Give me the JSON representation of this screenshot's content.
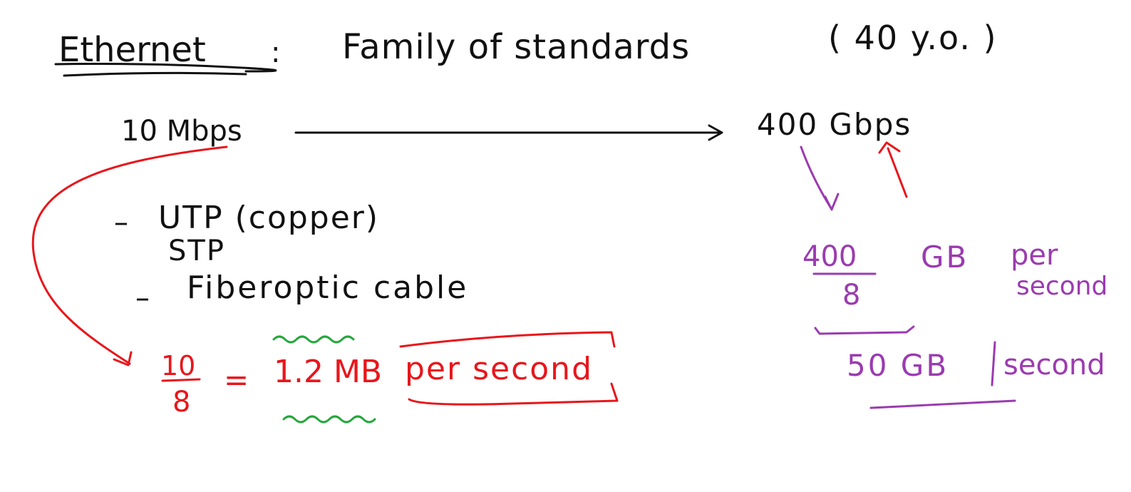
{
  "ink": {
    "black": "#111111",
    "red": "#e8161b",
    "purple": "#9b3bb0",
    "green": "#22a83a"
  },
  "heading": {
    "title": "Ethernet",
    "colon": ":",
    "subtitle": "Family of standards",
    "age": "( 40 y.o. )"
  },
  "speed": {
    "low": "10 Mbps",
    "high": "400 Gbps"
  },
  "media": {
    "item1_dash": "–",
    "item1": "UTP (copper)",
    "item1b": "STP",
    "item2_dash": "–",
    "item2": "Fiberoptic cable"
  },
  "calc_low": {
    "numerator": "10",
    "denominator": "8",
    "equals": "=",
    "result": "1.2 MB",
    "unit": "per second"
  },
  "calc_high": {
    "numerator": "400",
    "denominator": "8",
    "unit_top": "GB",
    "per": "per",
    "second": "second",
    "result": "50 GB",
    "result_unit": "second"
  }
}
